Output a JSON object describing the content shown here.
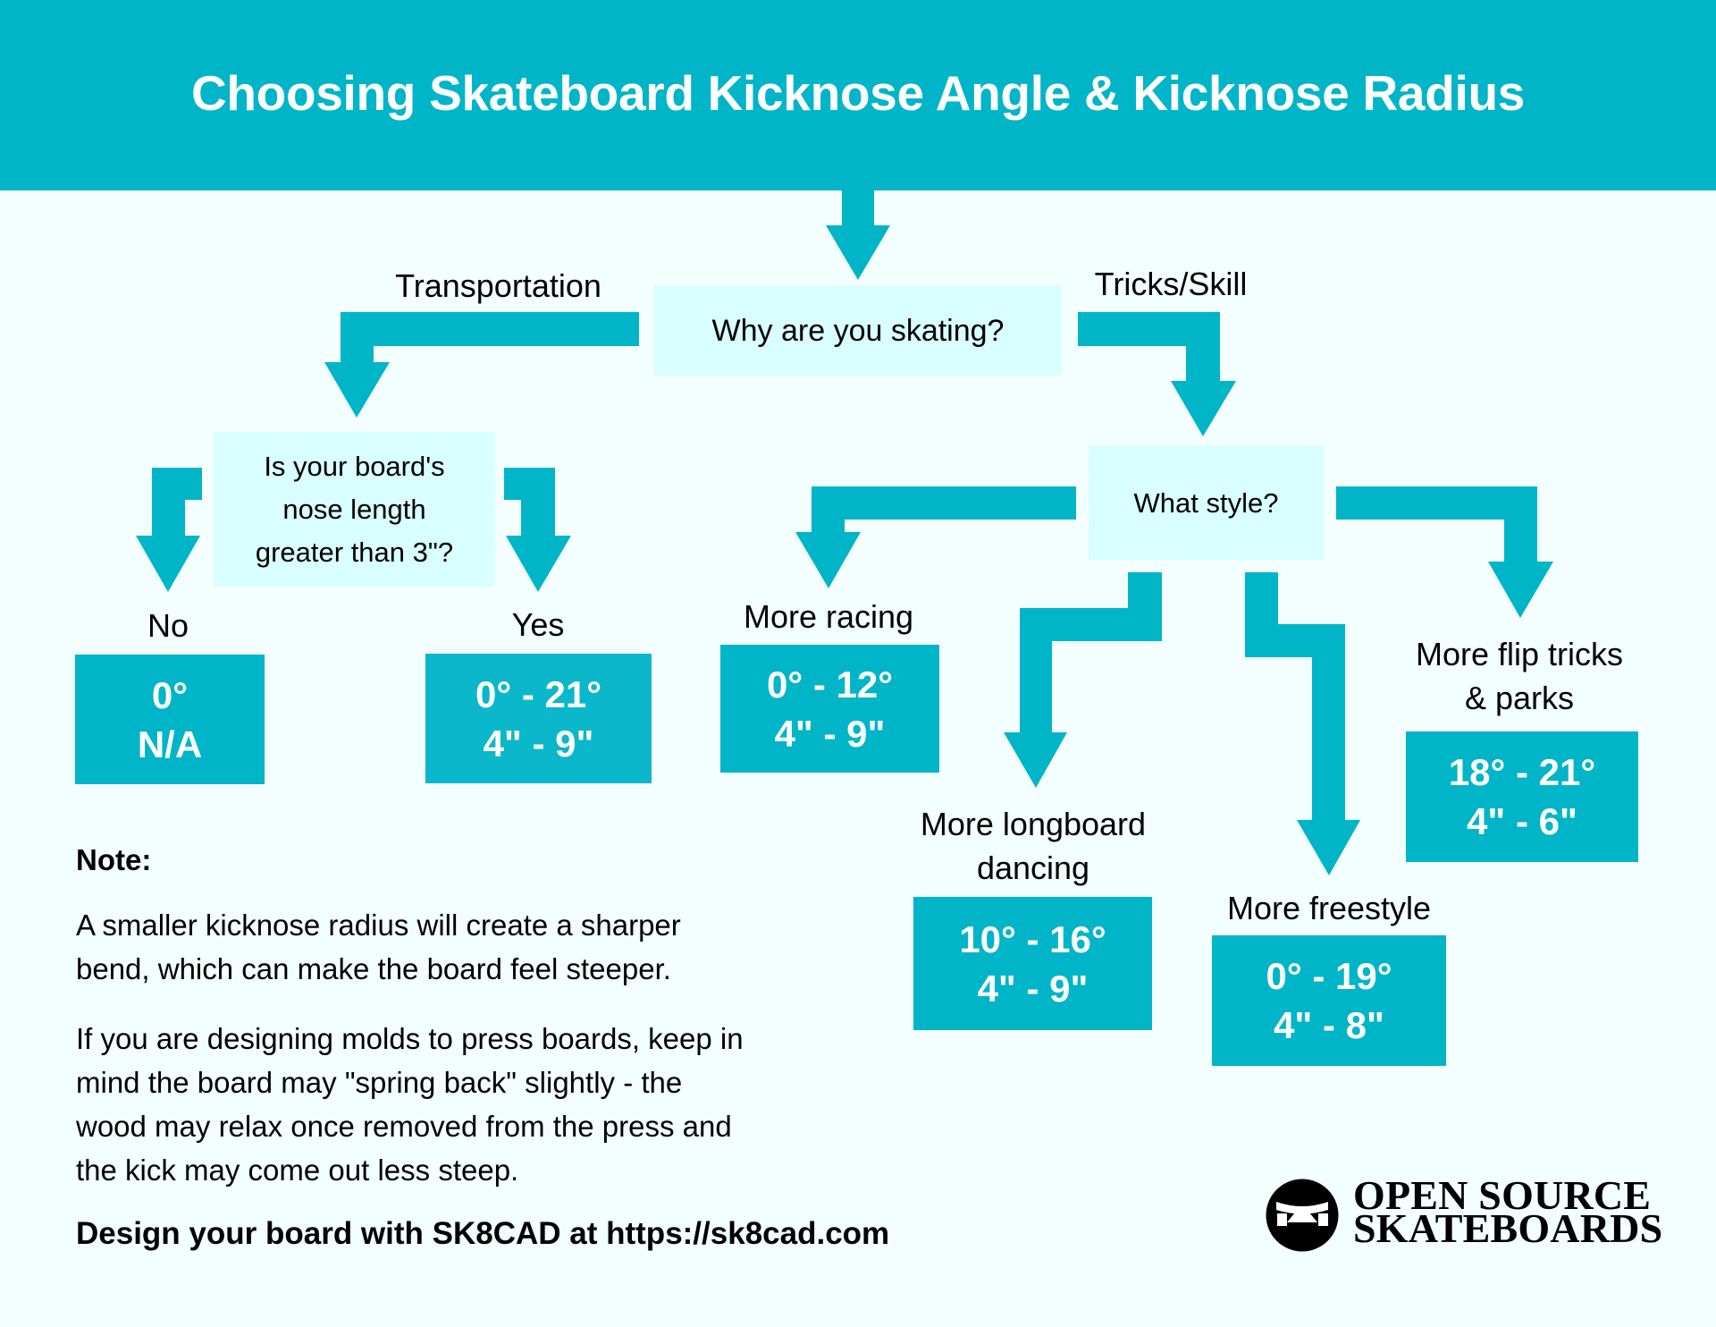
{
  "header": {
    "title": "Choosing Skateboard Kicknose Angle & Kicknose Radius"
  },
  "colors": {
    "accent": "#00b5c8",
    "question_box": "#d9feff",
    "background": "#f3feff",
    "text": "#000000",
    "result_text": "#ffffff"
  },
  "flowchart": {
    "root_question": "Why are you skating?",
    "branches": {
      "transportation": {
        "label": "Transportation",
        "question_lines": [
          "Is your board's",
          "nose length",
          "greater than 3\"?"
        ],
        "outcomes": {
          "no": {
            "label": "No",
            "angle": "0°",
            "radius": "N/A"
          },
          "yes": {
            "label": "Yes",
            "angle": "0° - 21°",
            "radius": "4\" - 9\""
          }
        }
      },
      "tricks": {
        "label": "Tricks/Skill",
        "question": "What style?",
        "outcomes": {
          "racing": {
            "label_lines": [
              "More racing"
            ],
            "angle": "0° - 12°",
            "radius": "4\" - 9\""
          },
          "longboard": {
            "label_lines": [
              "More longboard",
              "dancing"
            ],
            "angle": "10° - 16°",
            "radius": "4\" - 9\""
          },
          "freestyle": {
            "label_lines": [
              "More freestyle"
            ],
            "angle": "0° - 19°",
            "radius": "4\" - 8\""
          },
          "flip": {
            "label_lines": [
              "More flip tricks",
              "& parks"
            ],
            "angle": "18° - 21°",
            "radius": "4\" - 6\""
          }
        }
      }
    }
  },
  "note": {
    "heading": "Note:",
    "paragraph_1_lines": [
      "A smaller kicknose radius will create a sharper",
      "bend, which can make the board feel steeper."
    ],
    "paragraph_2_lines": [
      "If you are designing molds to press boards, keep in",
      "mind the board may \"spring back\" slightly - the",
      "wood may relax once removed from the press and",
      "the kick may come out less steep."
    ]
  },
  "footer": {
    "cta": "Design your board with SK8CAD at https://sk8cad.com"
  },
  "logo": {
    "icon": "skateboard-icon",
    "line_1": "OPEN SOURCE",
    "line_2": "SKATEBOARDS"
  }
}
